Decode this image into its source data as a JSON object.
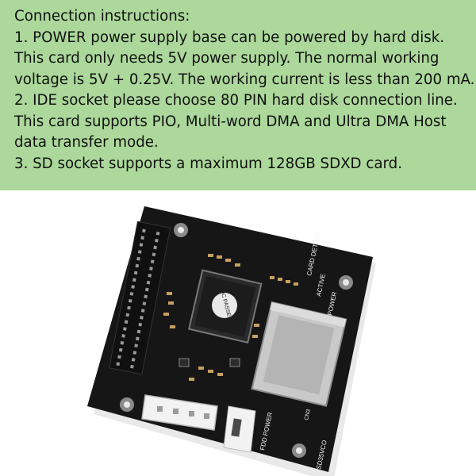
{
  "instructions": {
    "title": "Connection instructions:",
    "lines": [
      "1. POWER power supply base can be powered by hard disk.",
      "This card only needs 5V power supply. The normal working",
      "voltage is 5V + 0.25V. The working current is less than 200 mA.",
      "2. IDE socket please choose 80 PIN hard disk connection line.",
      "This card supports PIO, Multi-word DMA and Ultra DMA Host",
      "data transfer mode.",
      "3. SD socket supports a maximum 128GB SDXD card."
    ]
  },
  "board": {
    "chip_label": "QC PASSED",
    "labels": {
      "card_detect": "CARD DETECT",
      "active": "ACTIVE",
      "power": "POWER",
      "fdd_power": "FDD POWER",
      "sd35vco": "SD35VCO",
      "cn3": "CN3"
    }
  },
  "colors": {
    "panel_bg": "#acd89b",
    "pcb": "#161616"
  }
}
